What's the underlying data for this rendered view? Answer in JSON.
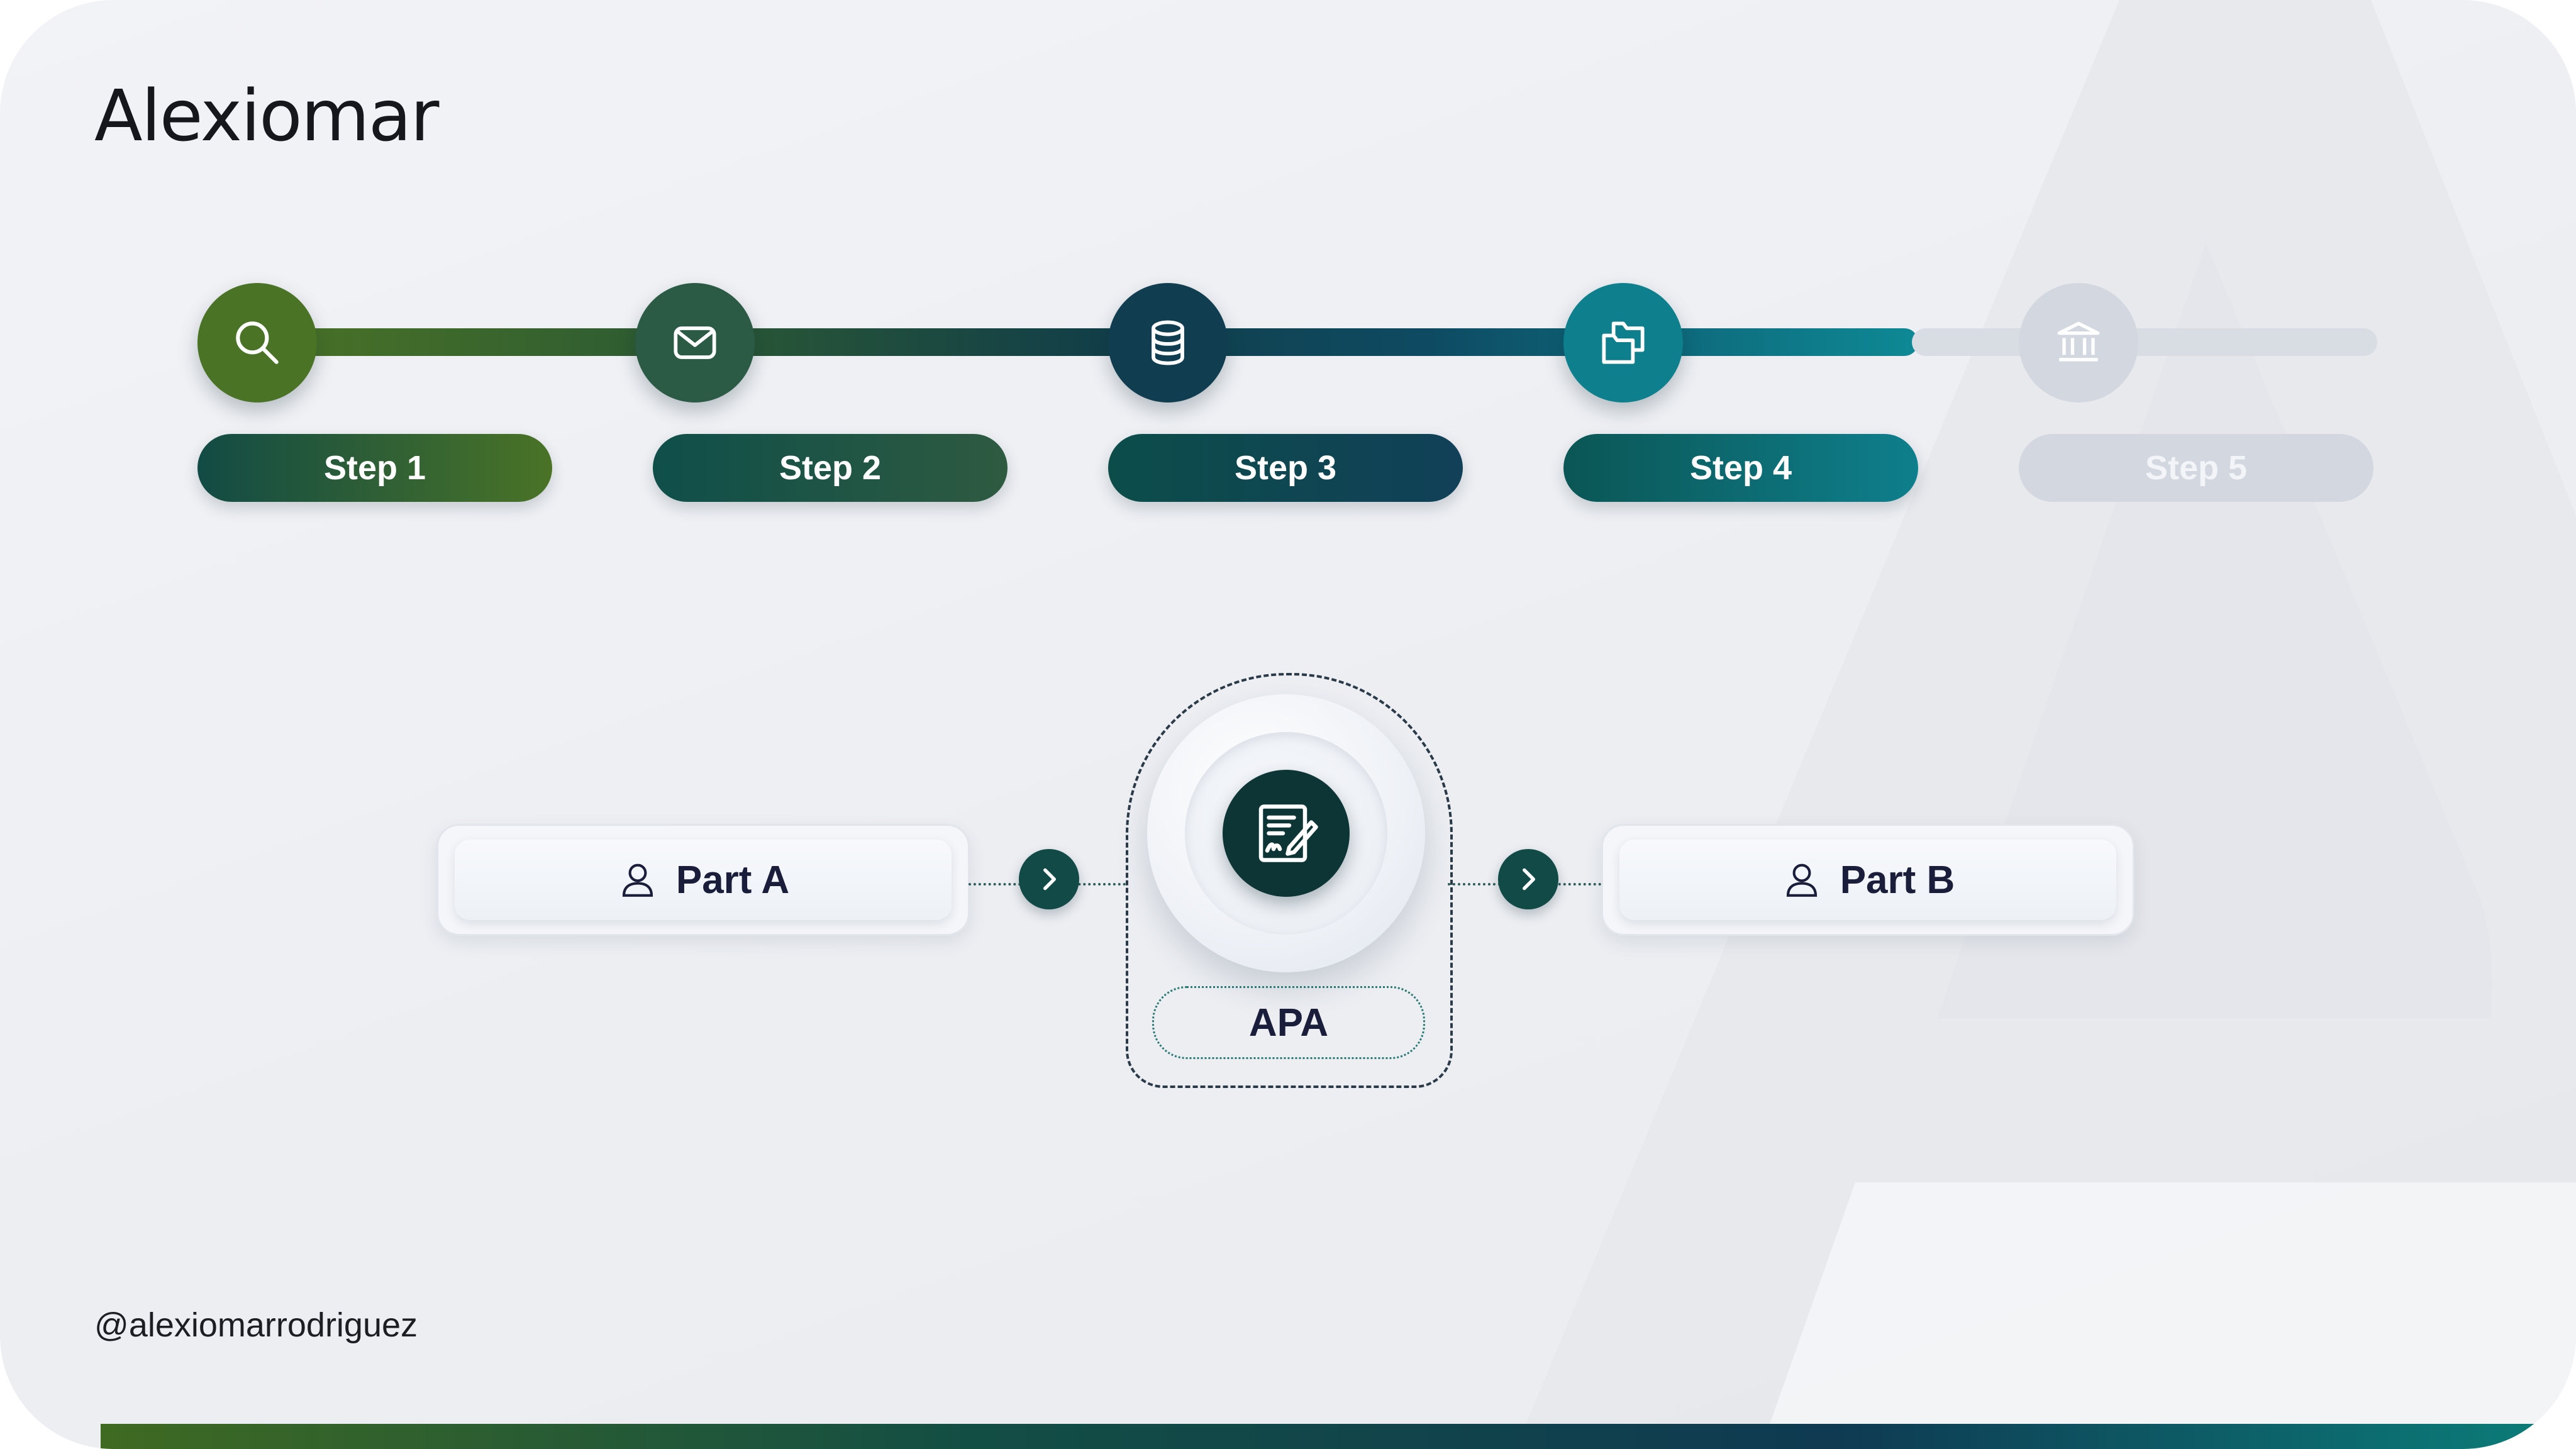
{
  "brand": {
    "logo": "Alexiomar",
    "handle": "@alexiomarrodriguez"
  },
  "steps": [
    {
      "label": "Step 1",
      "icon": "search-icon",
      "state": "done"
    },
    {
      "label": "Step 2",
      "icon": "mail-icon",
      "state": "done"
    },
    {
      "label": "Step 3",
      "icon": "database-icon",
      "state": "done"
    },
    {
      "label": "Step 4",
      "icon": "folders-icon",
      "state": "done"
    },
    {
      "label": "Step 5",
      "icon": "bank-icon",
      "state": "pending"
    }
  ],
  "flow": {
    "left_party": "Part A",
    "right_party": "Part B",
    "center_label": "APA",
    "center_icon": "signed-document-icon"
  },
  "colors": {
    "green": "#4a7326",
    "teal_dark": "#114a47",
    "navy": "#0f3a52",
    "teal_light": "#0e8995",
    "pending": "#d3d8e0"
  }
}
